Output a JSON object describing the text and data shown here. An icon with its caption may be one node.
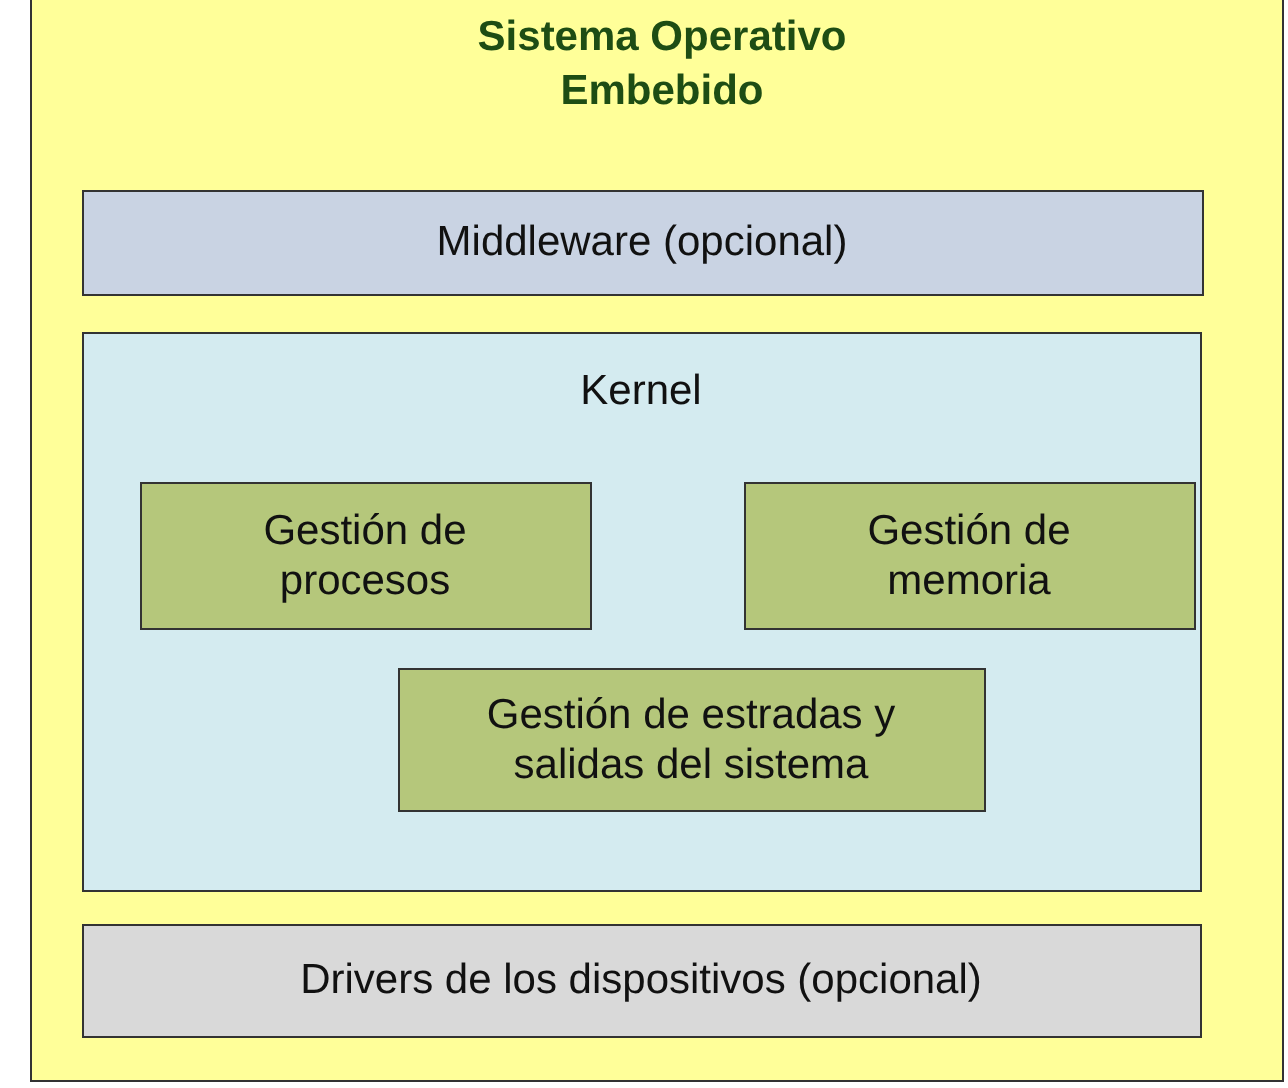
{
  "diagram": {
    "nodes": [
      {
        "text": [
          "Sistema Operativo Embebido"
        ]
      },
      {
        "text": [
          "Middleware (opcional)"
        ],
        "in": 0
      },
      {
        "text": [
          "Kernel"
        ],
        "in": 0
      },
      {
        "text": [
          "Gestión de procesos"
        ],
        "in": 2
      },
      {
        "text": [
          "Gestión de memoria"
        ],
        "in": 2
      },
      {
        "text": [
          "Gestión de estradas y salidas del sistema"
        ],
        "in": 2
      },
      {
        "text": [
          "Drivers de los dispositivos (opcional)"
        ],
        "in": 0
      }
    ]
  }
}
